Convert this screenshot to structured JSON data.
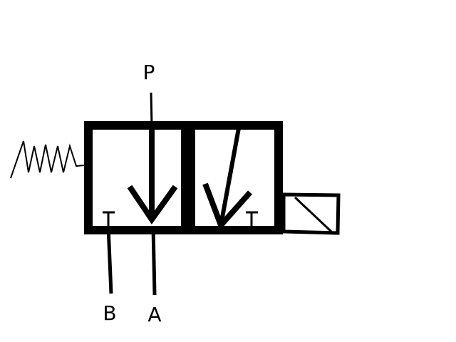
{
  "diagram": {
    "type": "hydraulic-symbol",
    "description_visible": false,
    "ports": {
      "pressure": "P",
      "port_b": "B",
      "port_a": "A"
    },
    "tank_symbols": [
      "T",
      "T"
    ],
    "colors": {
      "stroke": "#000000",
      "background": "#ffffff"
    },
    "components": {
      "spring": "spring-actuator-icon",
      "solenoid": "solenoid-actuator-icon"
    }
  }
}
